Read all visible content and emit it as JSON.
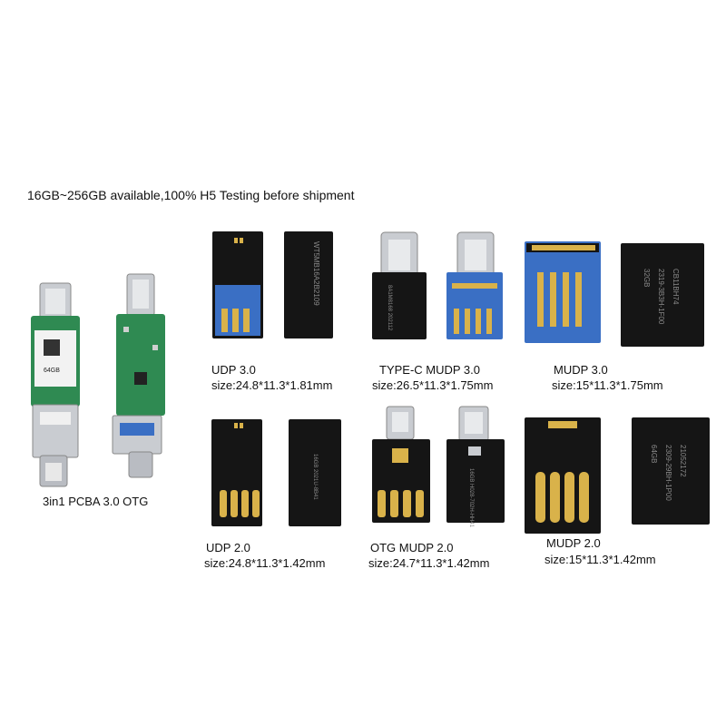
{
  "headline": "16GB~256GB available,100% H5 Testing before shipment",
  "colors": {
    "chip_black": "#151515",
    "pcb_green": "#2f8a52",
    "usb_blue": "#3a6fc4",
    "gold": "#d9b24a",
    "silver": "#c9ccd1"
  },
  "products": [
    {
      "name": "3in1 PCBA 3.0 OTG",
      "size": ""
    },
    {
      "name": "UDP 3.0",
      "size": "size:24.8*11.3*1.81mm"
    },
    {
      "name": "TYPE-C MUDP 3.0",
      "size": "size:26.5*11.3*1.75mm"
    },
    {
      "name": "MUDP 3.0",
      "size": "size:15*11.3*1.75mm"
    },
    {
      "name": "UDP 2.0",
      "size": "size:24.8*11.3*1.42mm"
    },
    {
      "name": "OTG MUDP 2.0",
      "size": "size:24.7*11.3*1.42mm"
    },
    {
      "name": "MUDP 2.0",
      "size": "size:15*11.3*1.42mm"
    }
  ],
  "chip_prints": {
    "pcba_label": "64GB",
    "udp30": "WT5MB16A2B2109",
    "typec30": "8A1M8168 202112",
    "mudp30_1": "32GB",
    "mudp30_2": "2319-3B3H-1F00",
    "mudp30_3": "CB11BH74",
    "udp20": "16GB 2021U-8B41",
    "otg20": "16GB H028-702H-HH41",
    "mudp20_1": "64GB",
    "mudp20_2": "2309-29BH-1P00",
    "mudp20_3": "21052172"
  }
}
